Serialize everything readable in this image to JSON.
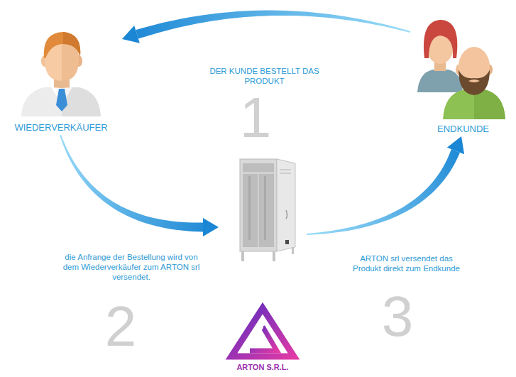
{
  "diagram": {
    "nodes": [
      {
        "text": [
          "WIEDERVERKÄUFER"
        ]
      },
      {
        "text": [
          "ENDKUNDE"
        ]
      },
      {
        "text": [
          "ARTON S.R.L."
        ]
      }
    ],
    "edges": [
      {
        "from": 1,
        "to": 0,
        "arrow": "to",
        "label": "DER KUNDE BESTELLT DAS PRODUKT"
      },
      {
        "from": 0,
        "to": 2,
        "arrow": "to",
        "label": "die Anfrange der Bestellung wird von dem Wiederverkäufer zum ARTON srl versendet."
      },
      {
        "from": 2,
        "to": 1,
        "arrow": "to",
        "label": "ARTON srl versendet das Produkt direkt zum Endkunde"
      }
    ],
    "labels": [
      "1",
      "2",
      "3"
    ]
  }
}
